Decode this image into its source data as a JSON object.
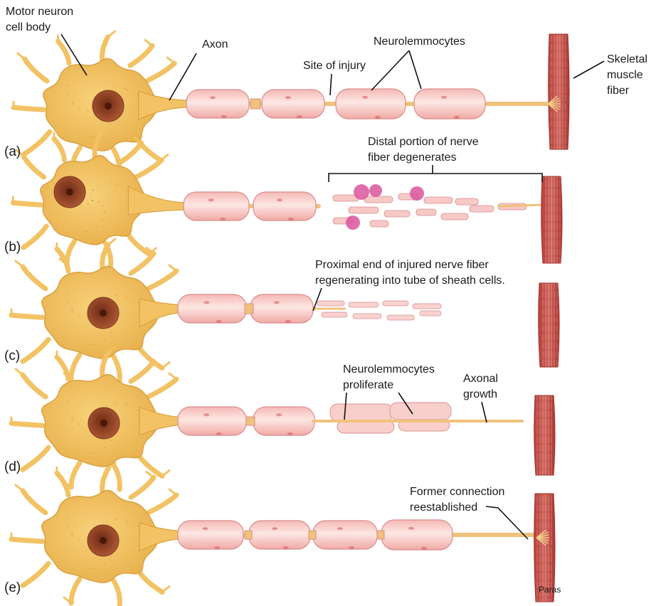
{
  "labels": {
    "cell_body_line1": "Motor neuron",
    "cell_body_line2": "cell body",
    "axon": "Axon",
    "site_of_injury": "Site of injury",
    "neurolemmocytes": "Neurolemmocytes",
    "skeletal_line1": "Skeletal",
    "skeletal_line2": "muscle",
    "skeletal_line3": "fiber",
    "distal_line1": "Distal portion of nerve",
    "distal_line2": "fiber degenerates",
    "proximal_line1": "Proximal end of injured nerve fiber",
    "proximal_line2": "regenerating into tube of sheath cells.",
    "proliferate_line1": "Neurolemmocytes",
    "proliferate_line2": "proliferate",
    "axonal_line1": "Axonal",
    "axonal_line2": "growth",
    "former_line1": "Former connection",
    "former_line2": "reestablished",
    "signature": "Paras"
  },
  "panels": [
    "(a)",
    "(b)",
    "(c)",
    "(d)",
    "(e)"
  ],
  "colors": {
    "cell_body": "#f2c264",
    "cell_body_edge": "#d9a23f",
    "nucleus": "#9a4a2a",
    "sheath": "#f7c9c6",
    "sheath_edge": "#d98c8c",
    "axon": "#f0c27a",
    "muscle": "#c9504a",
    "debris": "#d9559c"
  }
}
